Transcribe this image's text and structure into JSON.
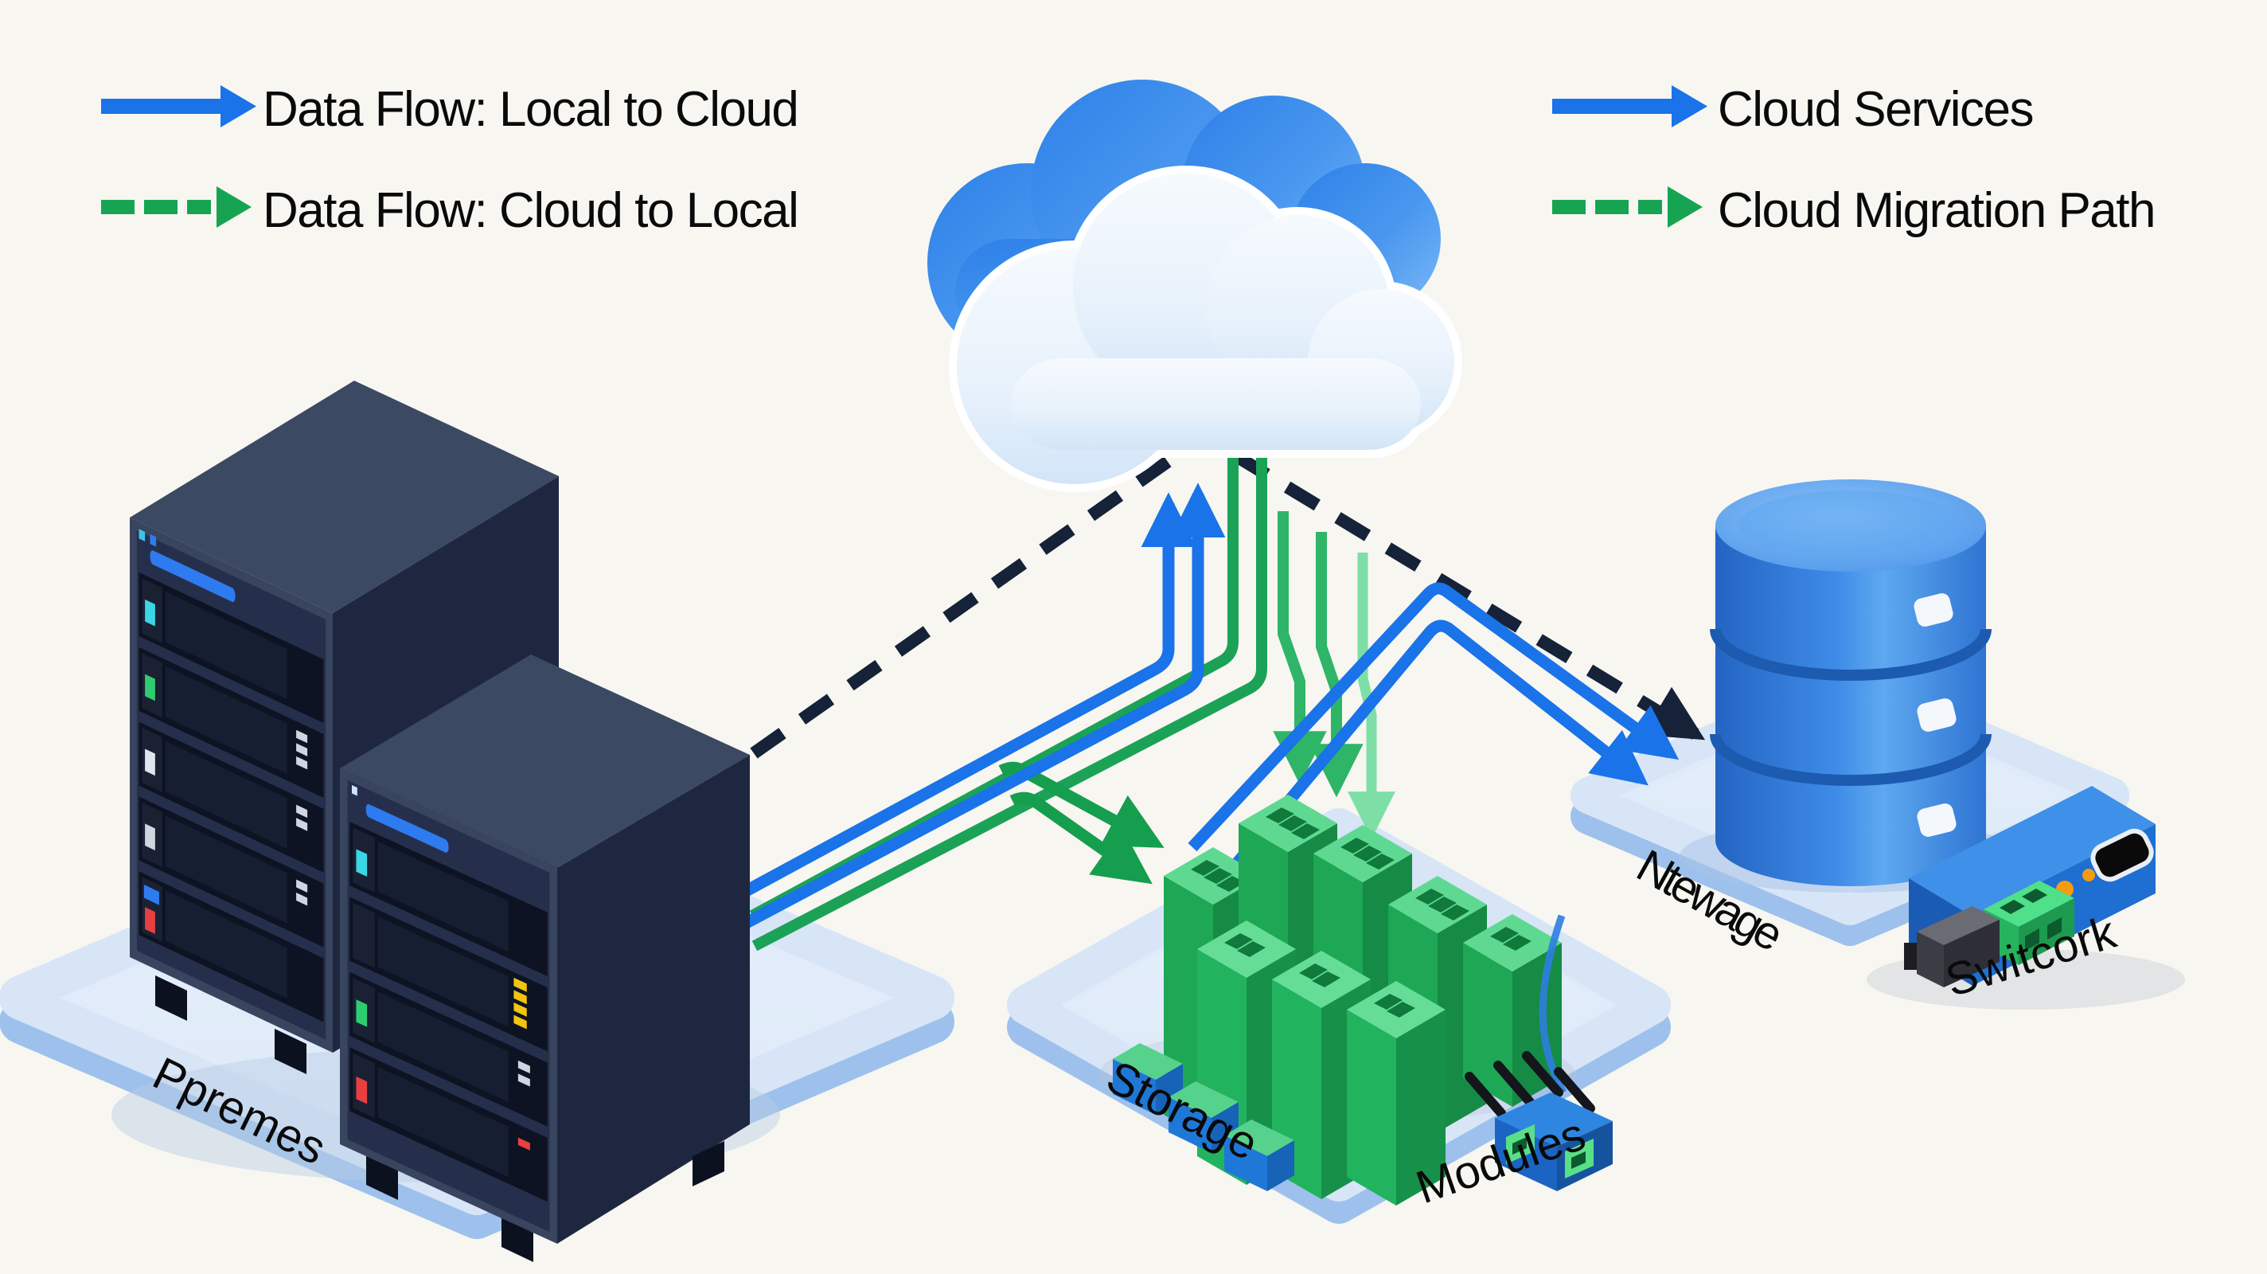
{
  "canvas": {
    "background": "#f7f6f1"
  },
  "legend_left": {
    "items": [
      {
        "label": "Data Flow: Local to Cloud",
        "line_style": "solid",
        "color": "#1a73e8"
      },
      {
        "label": "Data Flow: Cloud to Local",
        "line_style": "dashed",
        "color": "#149e4e"
      }
    ]
  },
  "legend_right": {
    "items": [
      {
        "label": "Cloud Services",
        "line_style": "solid",
        "color": "#1a73e8"
      },
      {
        "label": "Cloud Migration Path",
        "line_style": "dashed",
        "color": "#149e4e"
      }
    ]
  },
  "labels": {
    "on_premises": "Ppremes",
    "storage": "Storage",
    "modules": "Modules",
    "database": "Ntewage",
    "switch": "Switcork"
  },
  "colors": {
    "flow_blue": "#1a73e8",
    "flow_green": "#149e4e",
    "flow_green_mid": "#2eb567",
    "flow_green_light": "#7ddfa6",
    "migration_dash": "#152238",
    "platform_top": "#d7e5f7",
    "platform_edge": "#9dc1ec",
    "server_front": "#2b3552",
    "server_side": "#1f2740",
    "cloud_back": "#3a8cec",
    "cloud_front": "#e9f3fc",
    "database_blue": "#2f7fe0",
    "module_green": "#1ea755",
    "switch_blue": "#2b7fd9"
  },
  "diagram": {
    "nodes": [
      {
        "id": "on-prem-servers",
        "type": "server-rack-pair",
        "label_key": "on_premises"
      },
      {
        "id": "cloud",
        "type": "cloud",
        "label_key": null
      },
      {
        "id": "storage-modules",
        "type": "module-grid",
        "label_key": "storage"
      },
      {
        "id": "database",
        "type": "database-cylinder",
        "label_key": "database"
      },
      {
        "id": "network-switch",
        "type": "switch-appliance",
        "label_key": "switch"
      }
    ],
    "flows": [
      {
        "from": "on-prem-servers",
        "to": "cloud",
        "style": "solid",
        "color": "blue"
      },
      {
        "from": "cloud",
        "to": "on-prem-servers",
        "style": "solid",
        "color": "green"
      },
      {
        "from": "on-prem-servers",
        "to": "storage-modules",
        "style": "solid",
        "color": "green"
      },
      {
        "from": "cloud",
        "to": "storage-modules",
        "style": "solid",
        "color": "green"
      },
      {
        "from": "on-prem-servers",
        "to": "database",
        "style": "solid",
        "color": "blue"
      },
      {
        "from": "on-prem-servers",
        "to": "cloud",
        "style": "dashed",
        "color": "black"
      },
      {
        "from": "cloud",
        "to": "database",
        "style": "dashed",
        "color": "black"
      }
    ]
  }
}
